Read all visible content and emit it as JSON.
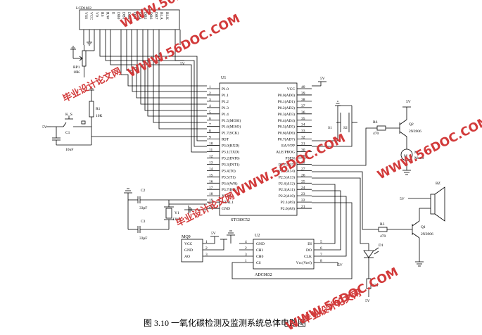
{
  "lcd": {
    "name": "LCD1602",
    "pins": [
      "VSS",
      "VCC",
      "V0",
      "RS",
      "R/W",
      "E",
      "DB0",
      "DB1",
      "DB2",
      "DB3",
      "DB4",
      "DB5",
      "DB6",
      "DB7",
      "BLA",
      "BLK"
    ]
  },
  "mcu": {
    "ref": "U1",
    "part": "STC89C52",
    "left_pins": [
      {
        "num": "1",
        "name": "P1.0"
      },
      {
        "num": "2",
        "name": "P1.1"
      },
      {
        "num": "3",
        "name": "P1.2"
      },
      {
        "num": "4",
        "name": "P1.3"
      },
      {
        "num": "5",
        "name": "P1.4"
      },
      {
        "num": "6",
        "name": "P1.5(MOSI)"
      },
      {
        "num": "7",
        "name": "P1.6(MISO)"
      },
      {
        "num": "8",
        "name": "P1.7(SCK)"
      },
      {
        "num": "9",
        "name": "RST"
      },
      {
        "num": "10",
        "name": "P3.0(RXD)"
      },
      {
        "num": "11",
        "name": "P3.1(TXD)"
      },
      {
        "num": "12",
        "name": "P3.2(INT0)"
      },
      {
        "num": "13",
        "name": "P3.3(INT1)"
      },
      {
        "num": "14",
        "name": "P3.4(T0)"
      },
      {
        "num": "15",
        "name": "P3.5(T1)"
      },
      {
        "num": "16",
        "name": "P3.6(WR)"
      },
      {
        "num": "17",
        "name": "P3.7(RD)"
      },
      {
        "num": "18",
        "name": "XTAL2"
      },
      {
        "num": "19",
        "name": "XTAL1"
      },
      {
        "num": "20",
        "name": "GND"
      }
    ],
    "right_pins": [
      {
        "num": "40",
        "name": "VCC"
      },
      {
        "num": "39",
        "name": "P0.0(AD0)"
      },
      {
        "num": "38",
        "name": "P0.1(AD1)"
      },
      {
        "num": "37",
        "name": "P0.2(AD2)"
      },
      {
        "num": "36",
        "name": "P0.3(AD3)"
      },
      {
        "num": "35",
        "name": "P0.4(AD4)"
      },
      {
        "num": "34",
        "name": "P0.5(AD5)"
      },
      {
        "num": "33",
        "name": "P0.6(AD6)"
      },
      {
        "num": "32",
        "name": "P0.7(AD7)"
      },
      {
        "num": "31",
        "name": "EA/VPP"
      },
      {
        "num": "30",
        "name": "ALE/PROG"
      },
      {
        "num": "29",
        "name": "PSEN"
      },
      {
        "num": "28",
        "name": "P2.7(A15)"
      },
      {
        "num": "27",
        "name": "P2.6(A14)"
      },
      {
        "num": "26",
        "name": "P2.5(A13)"
      },
      {
        "num": "25",
        "name": "P2.4(A12)"
      },
      {
        "num": "24",
        "name": "P2.3(A11)"
      },
      {
        "num": "23",
        "name": "P2.2(A10)"
      },
      {
        "num": "22",
        "name": "P2.1(A9)"
      },
      {
        "num": "21",
        "name": "P2.0(A8)"
      }
    ]
  },
  "adc": {
    "ref": "U2",
    "part": "ADC0832",
    "left_pins": [
      {
        "num": "4",
        "name": "GND"
      },
      {
        "num": "2",
        "name": "CH1"
      },
      {
        "num": "3",
        "name": "CH0"
      },
      {
        "num": "1",
        "name": "CS"
      }
    ],
    "right_pins": [
      {
        "num": "5",
        "name": "DI"
      },
      {
        "num": "6",
        "name": "DO"
      },
      {
        "num": "7",
        "name": "CLK"
      },
      {
        "num": "8",
        "name": "Vcc(Vref)"
      }
    ]
  },
  "sensor": {
    "ref": "MQ9",
    "pins": [
      {
        "num": "1",
        "name": "VCC"
      },
      {
        "num": "2",
        "name": "GND"
      },
      {
        "num": "3",
        "name": "AO"
      }
    ]
  },
  "components": {
    "rp1": "RP1",
    "rp1_val": "10K",
    "r1": "R1",
    "r1_val": "10K",
    "ks": "K_S",
    "c1": "C1",
    "c1_val": "10uF",
    "c2": "C2",
    "c2_val": "33pF",
    "c3": "C3",
    "c3_val": "33pF",
    "y1": "Y1",
    "y1_val": "12M",
    "s1": "S1",
    "s2": "S2",
    "r6": "R6",
    "r6_val": "470",
    "q2": "Q2",
    "q2_val": "2N3906",
    "m1": "M1",
    "m1_val": "Motor",
    "r3": "R3",
    "r3_val": "470",
    "q1": "Q1",
    "q1_val": "2N3906",
    "bz": "BZ",
    "d1": "D1",
    "r_d1_val": "470"
  },
  "supply": "5V",
  "caption": "图 3.10  一氧化碳检测及监测系统总体电路图",
  "watermark": {
    "cn": "毕业设计论文网",
    "url": "WWW.56DOC.COM"
  },
  "colors": {
    "ink": "#000000",
    "watermark": "#d23a3a",
    "background": "#ffffff"
  }
}
